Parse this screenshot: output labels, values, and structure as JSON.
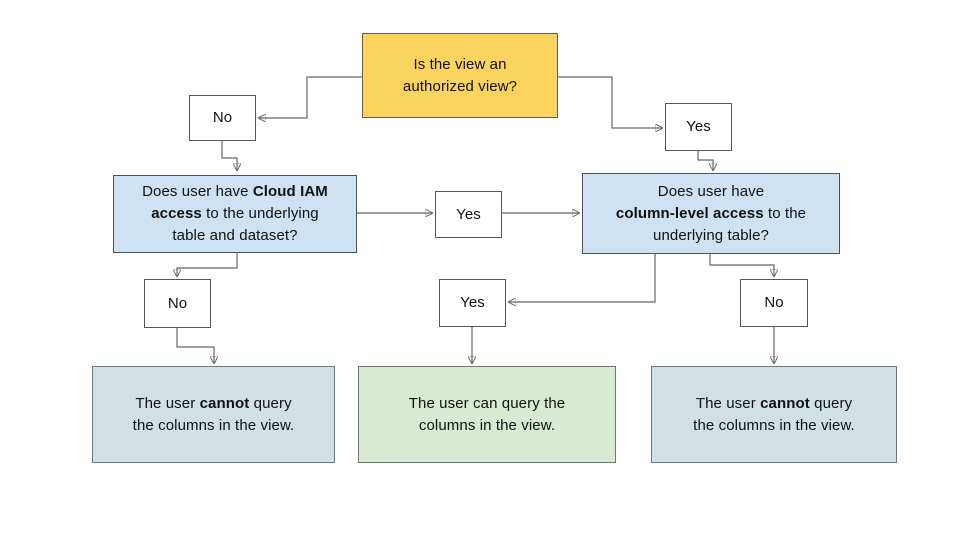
{
  "diagram": {
    "type": "flowchart",
    "colors": {
      "question_fill": "#fad45e",
      "condition_fill": "#cfe2f3",
      "success_fill": "#d9ead3",
      "fail_fill": "#d0e0e3",
      "small_box_fill": "#ffffff",
      "connector": "#666666",
      "text": "#111111"
    },
    "nodes": {
      "q_authorized": {
        "lines": [
          [
            {
              "t": "Is the view an"
            }
          ],
          [
            {
              "t": "authorized view?"
            }
          ]
        ]
      },
      "no_top": {
        "label": "No"
      },
      "yes_top": {
        "label": "Yes"
      },
      "q_iam": {
        "lines": [
          [
            {
              "t": "Does user have "
            },
            {
              "t": "Cloud IAM",
              "b": true
            }
          ],
          [
            {
              "t": "access",
              "b": true
            },
            {
              "t": " to the underlying"
            }
          ],
          [
            {
              "t": "table and dataset?"
            }
          ]
        ]
      },
      "yes_mid": {
        "label": "Yes"
      },
      "q_column": {
        "lines": [
          [
            {
              "t": "Does user have"
            }
          ],
          [
            {
              "t": "column-level access",
              "b": true
            },
            {
              "t": " to the"
            }
          ],
          [
            {
              "t": "underlying table?"
            }
          ]
        ]
      },
      "no_left": {
        "label": "No"
      },
      "yes_bottom": {
        "label": "Yes"
      },
      "no_right": {
        "label": "No"
      },
      "result_left": {
        "lines": [
          [
            {
              "t": "The user "
            },
            {
              "t": "cannot",
              "b": true
            },
            {
              "t": " query"
            }
          ],
          [
            {
              "t": "the columns in the view."
            }
          ]
        ]
      },
      "result_center": {
        "lines": [
          [
            {
              "t": "The user can query the"
            }
          ],
          [
            {
              "t": "columns in the view."
            }
          ]
        ]
      },
      "result_right": {
        "lines": [
          [
            {
              "t": "The user "
            },
            {
              "t": "cannot",
              "b": true
            },
            {
              "t": " query"
            }
          ],
          [
            {
              "t": "the columns in the view."
            }
          ]
        ]
      }
    }
  }
}
